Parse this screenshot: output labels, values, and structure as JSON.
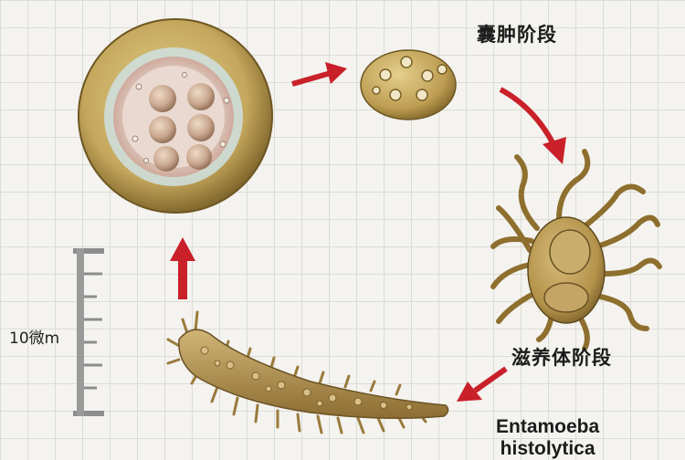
{
  "labels": {
    "cyst_stage": "囊肿阶段",
    "trophozoite_stage": "滋养体阶段",
    "species_line1": "Entamoeba",
    "species_line2": "histolytica",
    "scale": "10微m"
  },
  "colors": {
    "arrow": "#c9202a",
    "organism_body": "#b89a55",
    "organism_dark": "#6b5326",
    "grid": "#dcdcd6"
  }
}
